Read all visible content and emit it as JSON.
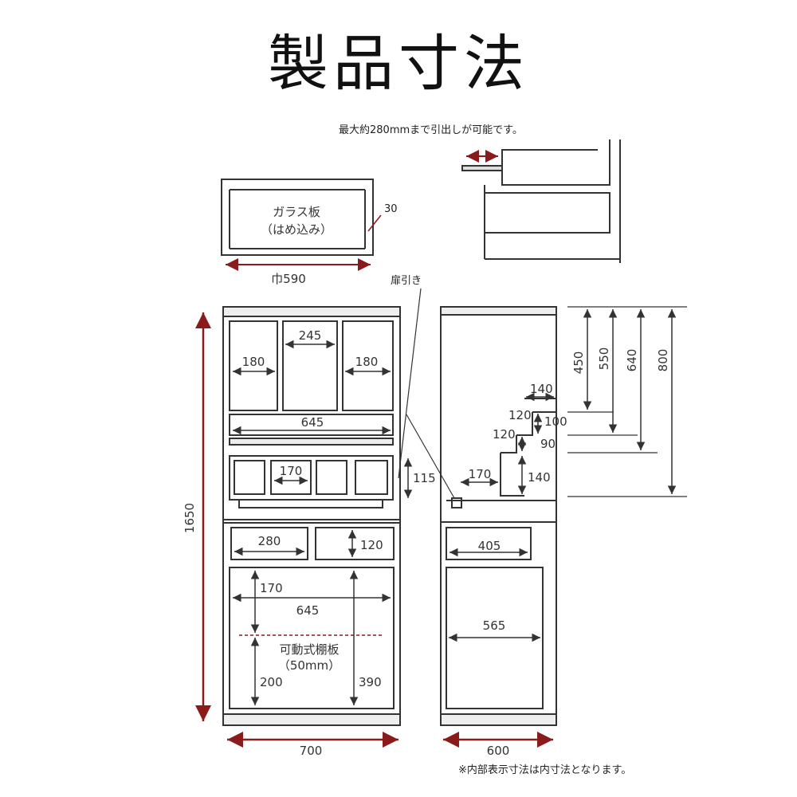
{
  "title": "製品寸法",
  "drawer_note": "最大約280mmまで引出しが可能です。",
  "glass": {
    "label_line1": "ガラス板",
    "label_line2": "（はめ込み）",
    "depth": "30",
    "width": "巾590"
  },
  "callout_pull": "扉引き",
  "front": {
    "height": "1650",
    "width": "700",
    "upper_side_left": "180",
    "upper_center": "245",
    "upper_side_right": "180",
    "shelf_width": "645",
    "drawer_small": "170",
    "drawer_height": "115",
    "mid_drawer_width": "280",
    "mid_drawer_height": "120",
    "lower_top": "170",
    "lower_width": "645",
    "shelf_label_line1": "可動式棚板",
    "shelf_label_line2": "（50mm）",
    "lower_left": "200",
    "lower_right": "390"
  },
  "side": {
    "depth": "600",
    "step1": "140",
    "step2": "120",
    "step3": "100",
    "step4": "120",
    "step5": "90",
    "step6": "170",
    "step7": "140",
    "drawer": "405",
    "lower": "565"
  },
  "heights": {
    "h1": "450",
    "h2": "550",
    "h3": "640",
    "h4": "800"
  },
  "footnote": "※内部表示寸法は内寸法となります。"
}
